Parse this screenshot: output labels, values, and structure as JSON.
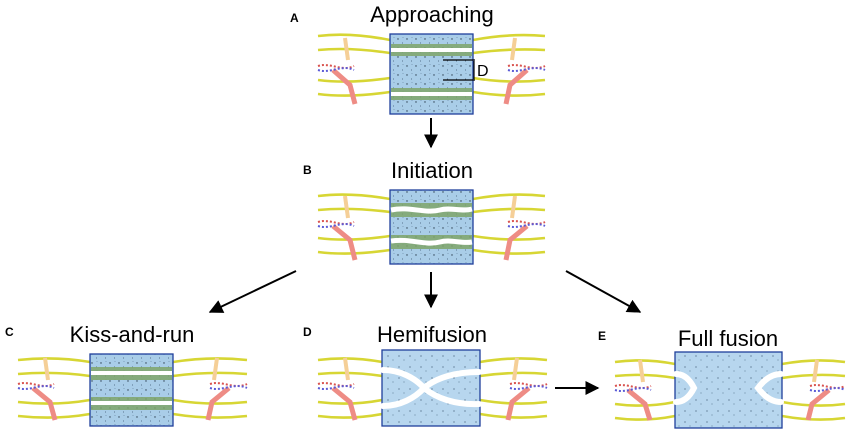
{
  "panels": {
    "A": {
      "letter": "A",
      "title": "Approaching",
      "distance_label": "D"
    },
    "B": {
      "letter": "B",
      "title": "Initiation"
    },
    "C": {
      "letter": "C",
      "title": "Kiss-and-run"
    },
    "D": {
      "letter": "D",
      "title": "Hemifusion"
    },
    "E": {
      "letter": "E",
      "title": "Full fusion"
    }
  },
  "colors": {
    "membrane": "#d7d634",
    "water_box": "#a9cde8",
    "box_border": "#1f3f9c",
    "lipid_band": "#7fa56a",
    "snare_pink": "#ee8c85",
    "snare_peach": "#f5cf97",
    "helix_red": "#d9534f",
    "helix_blue": "#5b5bd6",
    "arrow": "#000000"
  }
}
